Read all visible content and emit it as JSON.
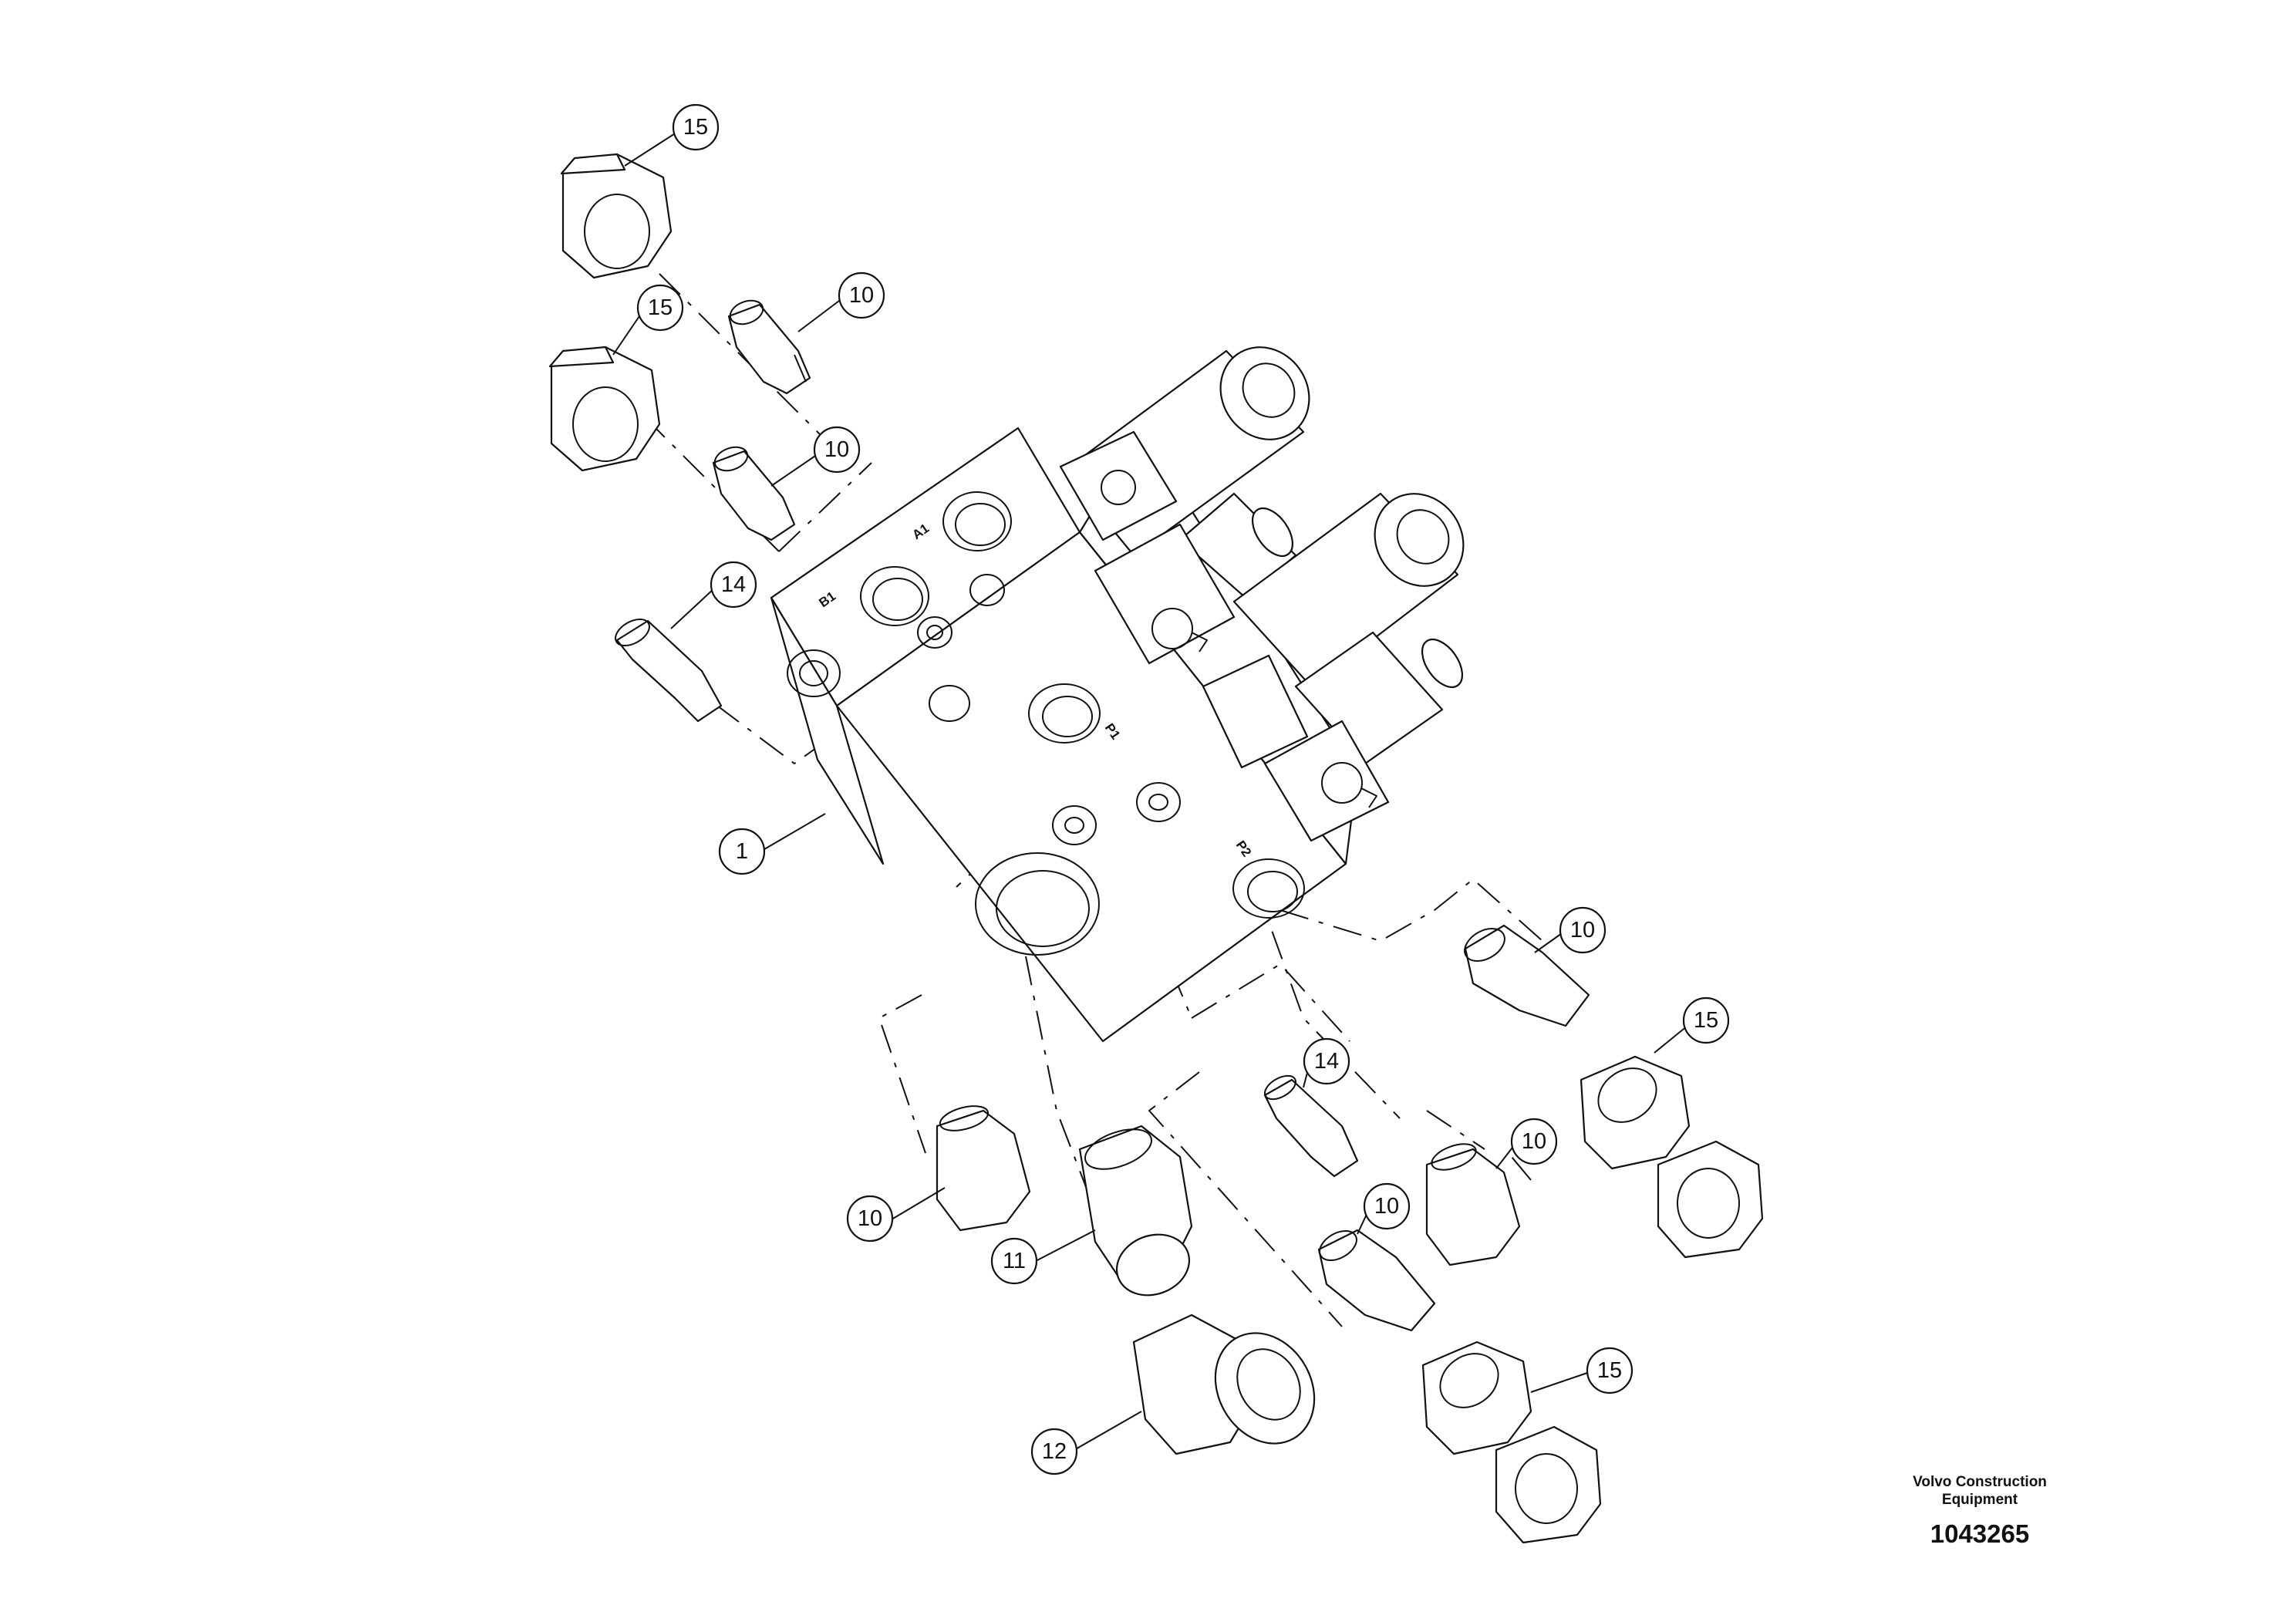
{
  "ports": {
    "a1": "A1",
    "b1": "B1",
    "p1": "P1",
    "p2": "P2"
  },
  "callouts": [
    {
      "id": "c15a",
      "label": "15"
    },
    {
      "id": "c10a",
      "label": "10"
    },
    {
      "id": "c15b",
      "label": "15"
    },
    {
      "id": "c10b",
      "label": "10"
    },
    {
      "id": "c14a",
      "label": "14"
    },
    {
      "id": "c1",
      "label": "1"
    },
    {
      "id": "c10c",
      "label": "10"
    },
    {
      "id": "c15c",
      "label": "15"
    },
    {
      "id": "c14b",
      "label": "14"
    },
    {
      "id": "c10d",
      "label": "10"
    },
    {
      "id": "c10e",
      "label": "10"
    },
    {
      "id": "c10f",
      "label": "10"
    },
    {
      "id": "c11",
      "label": "11"
    },
    {
      "id": "c15d",
      "label": "15"
    },
    {
      "id": "c12",
      "label": "12"
    }
  ],
  "brand": {
    "line1": "Volvo Construction",
    "line2": "Equipment",
    "drawing_number": "1043265"
  }
}
